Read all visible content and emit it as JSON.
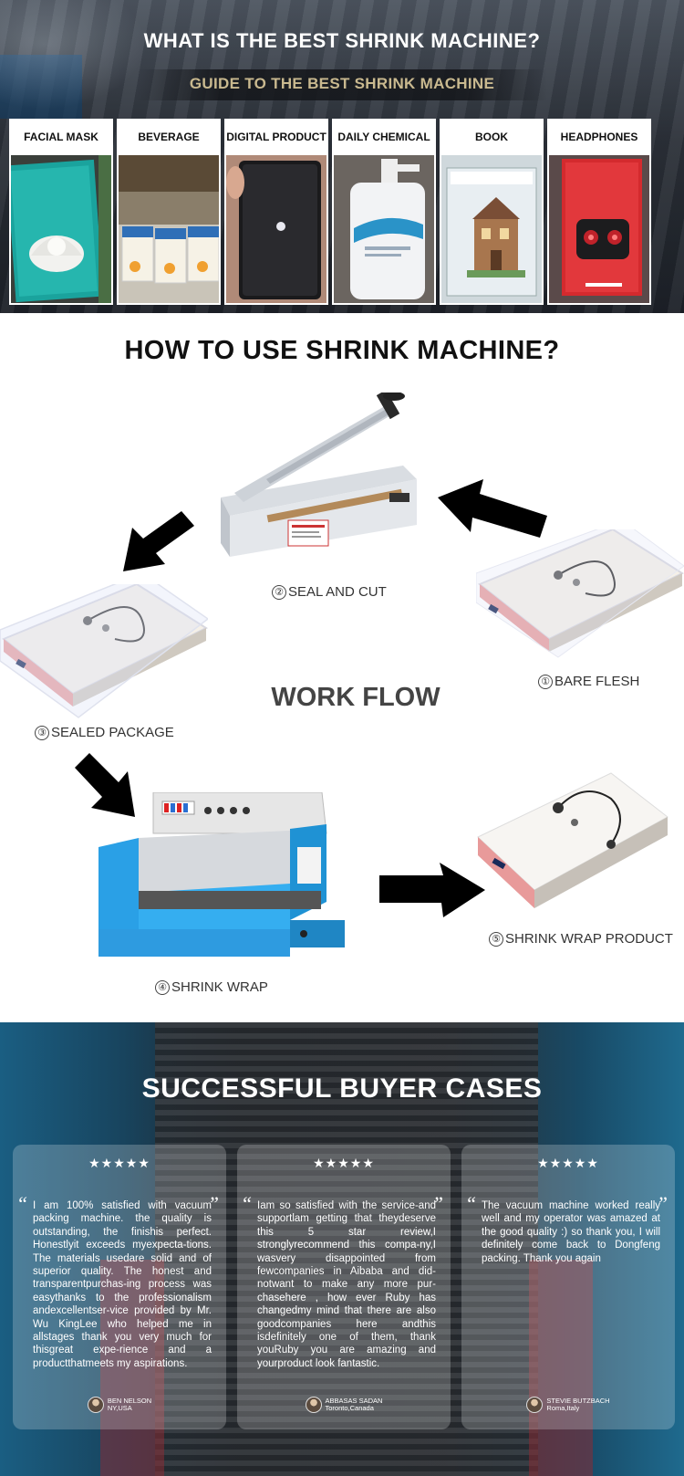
{
  "section1": {
    "title": "WHAT IS THE BEST SHRINK MACHINE?",
    "subtitle": "GUIDE TO THE BEST SHRINK MACHINE",
    "categories": [
      {
        "label": "FACIAL MASK"
      },
      {
        "label": "BEVERAGE"
      },
      {
        "label": "DIGITAL PRODUCT"
      },
      {
        "label": "DAILY CHEMICAL"
      },
      {
        "label": "BOOK"
      },
      {
        "label": "HEADPHONES"
      }
    ]
  },
  "section2": {
    "title": "HOW TO USE SHRINK MACHINE?",
    "workflow_title": "WORK FLOW",
    "steps": [
      {
        "num": "①",
        "label": "BARE FLESH"
      },
      {
        "num": "②",
        "label": "SEAL AND CUT"
      },
      {
        "num": "③",
        "label": "SEALED PACKAGE"
      },
      {
        "num": "④",
        "label": "SHRINK WRAP"
      },
      {
        "num": "⑤",
        "label": "SHRINK WRAP PRODUCT"
      }
    ]
  },
  "section3": {
    "title": "SUCCESSFUL BUYER CASES",
    "reviews": [
      {
        "stars": "★★★★★",
        "text": "I am 100% satisfied with vacuum packing machine. the quality is outstanding, the finishis perfect. Honestlyit exceeds myexpecta-tions. The materials usedare solid and of superior quality. The honest and transparentpurchas-ing process was easythanks to the professionalism andexcellentser-vice provided by Mr. Wu KingLee who helped me in allstages thank you very much for thisgreat expe-rience and a productthatmeets my aspirations.",
        "name": "BEN NELSON",
        "location": "NY,USA"
      },
      {
        "stars": "★★★★★",
        "text": "Iam so satisfied with the service-and supportlam getting that theydeserve this 5 star review,I stronglyrecommend this compa-ny,I wasvery disappointed from fewcompanies in Aibaba and did-notwant to make any more pur-chasehere , how ever Ruby has changedmy mind that there are also goodcompanies here andthis isdefinitely one of them, thank youRuby you are amazing and yourproduct look fantastic.",
        "name": "ABBASAS SADAN",
        "location": "Toronto,Canada"
      },
      {
        "stars": "★★★★★",
        "text": "The vacuum machine worked really well and my operator was amazed at the good quality :) so thank you, I will definitely come back to Dongfeng packing. Thank you again",
        "name": "STEVIE BUTZBACH",
        "location": "Roma,Italy"
      }
    ]
  }
}
